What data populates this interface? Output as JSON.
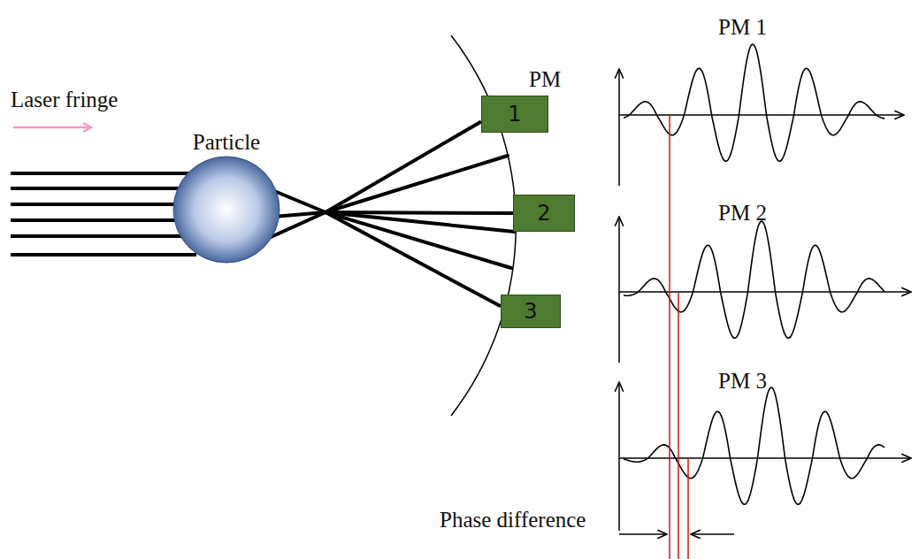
{
  "diagram": {
    "nodes": [
      {
        "text": [
          "Particle"
        ]
      },
      {
        "text": [
          "1"
        ]
      },
      {
        "text": [
          "2"
        ]
      },
      {
        "text": [
          "3"
        ]
      }
    ],
    "edges": [
      {
        "from": 0,
        "to": 1,
        "arrow": "none"
      },
      {
        "from": 0,
        "to": 2,
        "arrow": "none"
      },
      {
        "from": 0,
        "to": 3,
        "arrow": "none"
      }
    ],
    "labels": [
      "Laser fringe",
      "PM",
      "PM 1",
      "PM 2",
      "PM 3",
      "Phase difference"
    ]
  }
}
